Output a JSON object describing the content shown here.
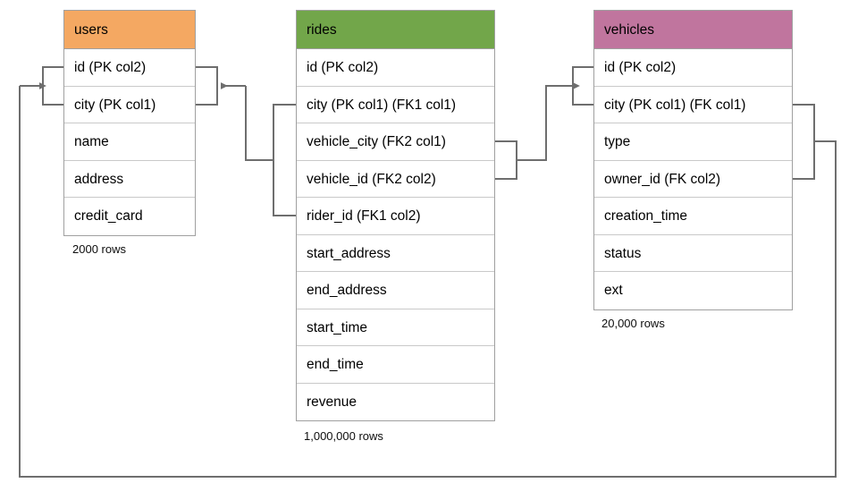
{
  "diagram": {
    "type": "entity-relationship-diagram",
    "background": "#ffffff",
    "line_color": "#6e6e6e",
    "tables": [
      {
        "id": "users",
        "name": "users",
        "header_color": "#f4a862",
        "row_count_label": "2000 rows",
        "columns": [
          "id (PK col2)",
          "city (PK col1)",
          "name",
          "address",
          "credit_card"
        ]
      },
      {
        "id": "rides",
        "name": "rides",
        "header_color": "#72a64a",
        "row_count_label": "1,000,000 rows",
        "columns": [
          "id (PK col2)",
          "city (PK col1) (FK1 col1)",
          "vehicle_city (FK2 col1)",
          "vehicle_id (FK2 col2)",
          "rider_id (FK1 col2)",
          "start_address",
          "end_address",
          "start_time",
          "end_time",
          "revenue"
        ]
      },
      {
        "id": "vehicles",
        "name": "vehicles",
        "header_color": "#c0759e",
        "row_count_label": "20,000 rows",
        "columns": [
          "id (PK col2)",
          "city (PK col1) (FK col1)",
          "type",
          "owner_id (FK col2)",
          "creation_time",
          "status",
          "ext"
        ]
      }
    ],
    "relationships": [
      {
        "name": "rides-rider-to-users",
        "from_table": "rides",
        "from_columns": [
          "city (PK col1) (FK1 col1)",
          "rider_id (FK1 col2)"
        ],
        "to_table": "users",
        "to_columns": [
          "id (PK col2)",
          "city (PK col1)"
        ],
        "arrow_at": "users"
      },
      {
        "name": "rides-vehicle-to-vehicles",
        "from_table": "rides",
        "from_columns": [
          "vehicle_city (FK2 col1)",
          "vehicle_id (FK2 col2)"
        ],
        "to_table": "vehicles",
        "to_columns": [
          "id (PK col2)",
          "city (PK col1) (FK col1)"
        ],
        "arrow_at": "vehicles"
      },
      {
        "name": "vehicles-owner-to-users",
        "from_table": "vehicles",
        "from_columns": [
          "city (PK col1) (FK col1)",
          "owner_id (FK col2)"
        ],
        "to_table": "users",
        "to_columns": [
          "id (PK col2)",
          "city (PK col1)"
        ],
        "arrow_at": "users"
      }
    ]
  }
}
